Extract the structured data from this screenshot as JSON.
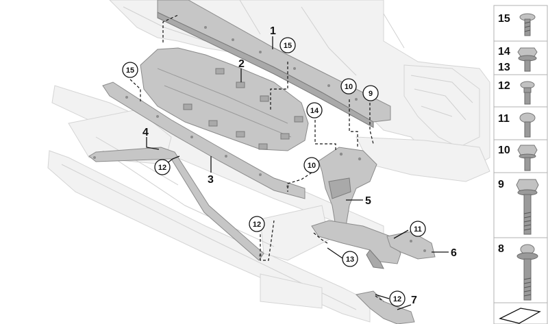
{
  "callouts": {
    "c1": "1",
    "c2": "2",
    "c3": "3",
    "c4": "4",
    "c5": "5",
    "c6": "6",
    "c7": "7",
    "k15a": "15",
    "k15b": "15",
    "k10a": "10",
    "k9": "9",
    "k14": "14",
    "k10b": "10",
    "k12a": "12",
    "k12b": "12",
    "k11": "11",
    "k13": "13",
    "k12c": "12"
  },
  "legend": {
    "items": [
      "15",
      "14",
      "13",
      "12",
      "11",
      "10",
      "9",
      "8"
    ]
  }
}
